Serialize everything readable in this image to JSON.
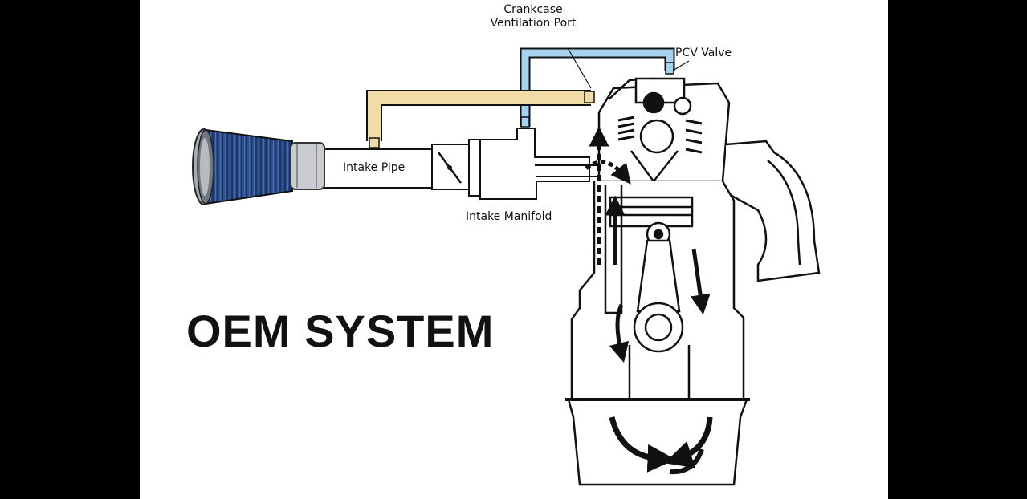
{
  "labels": {
    "crankcase_port_line1": "Crankcase",
    "crankcase_port_line2": "Ventilation Port",
    "pcv_valve": "PCV Valve",
    "intake_pipe": "Intake Pipe",
    "intake_manifold": "Intake Manifold"
  },
  "title": "OEM SYSTEM",
  "colors": {
    "pcv_hose": "#a6d3ee",
    "breather_hose": "#f1dca8",
    "filter_blue": "#2b4f8c",
    "line": "#111111",
    "background": "#ffffff",
    "letterbox": "#000000"
  },
  "icons": [
    "air-filter-icon",
    "throttle-body-icon",
    "engine-cross-section-icon",
    "airflow-arrow-icon"
  ]
}
